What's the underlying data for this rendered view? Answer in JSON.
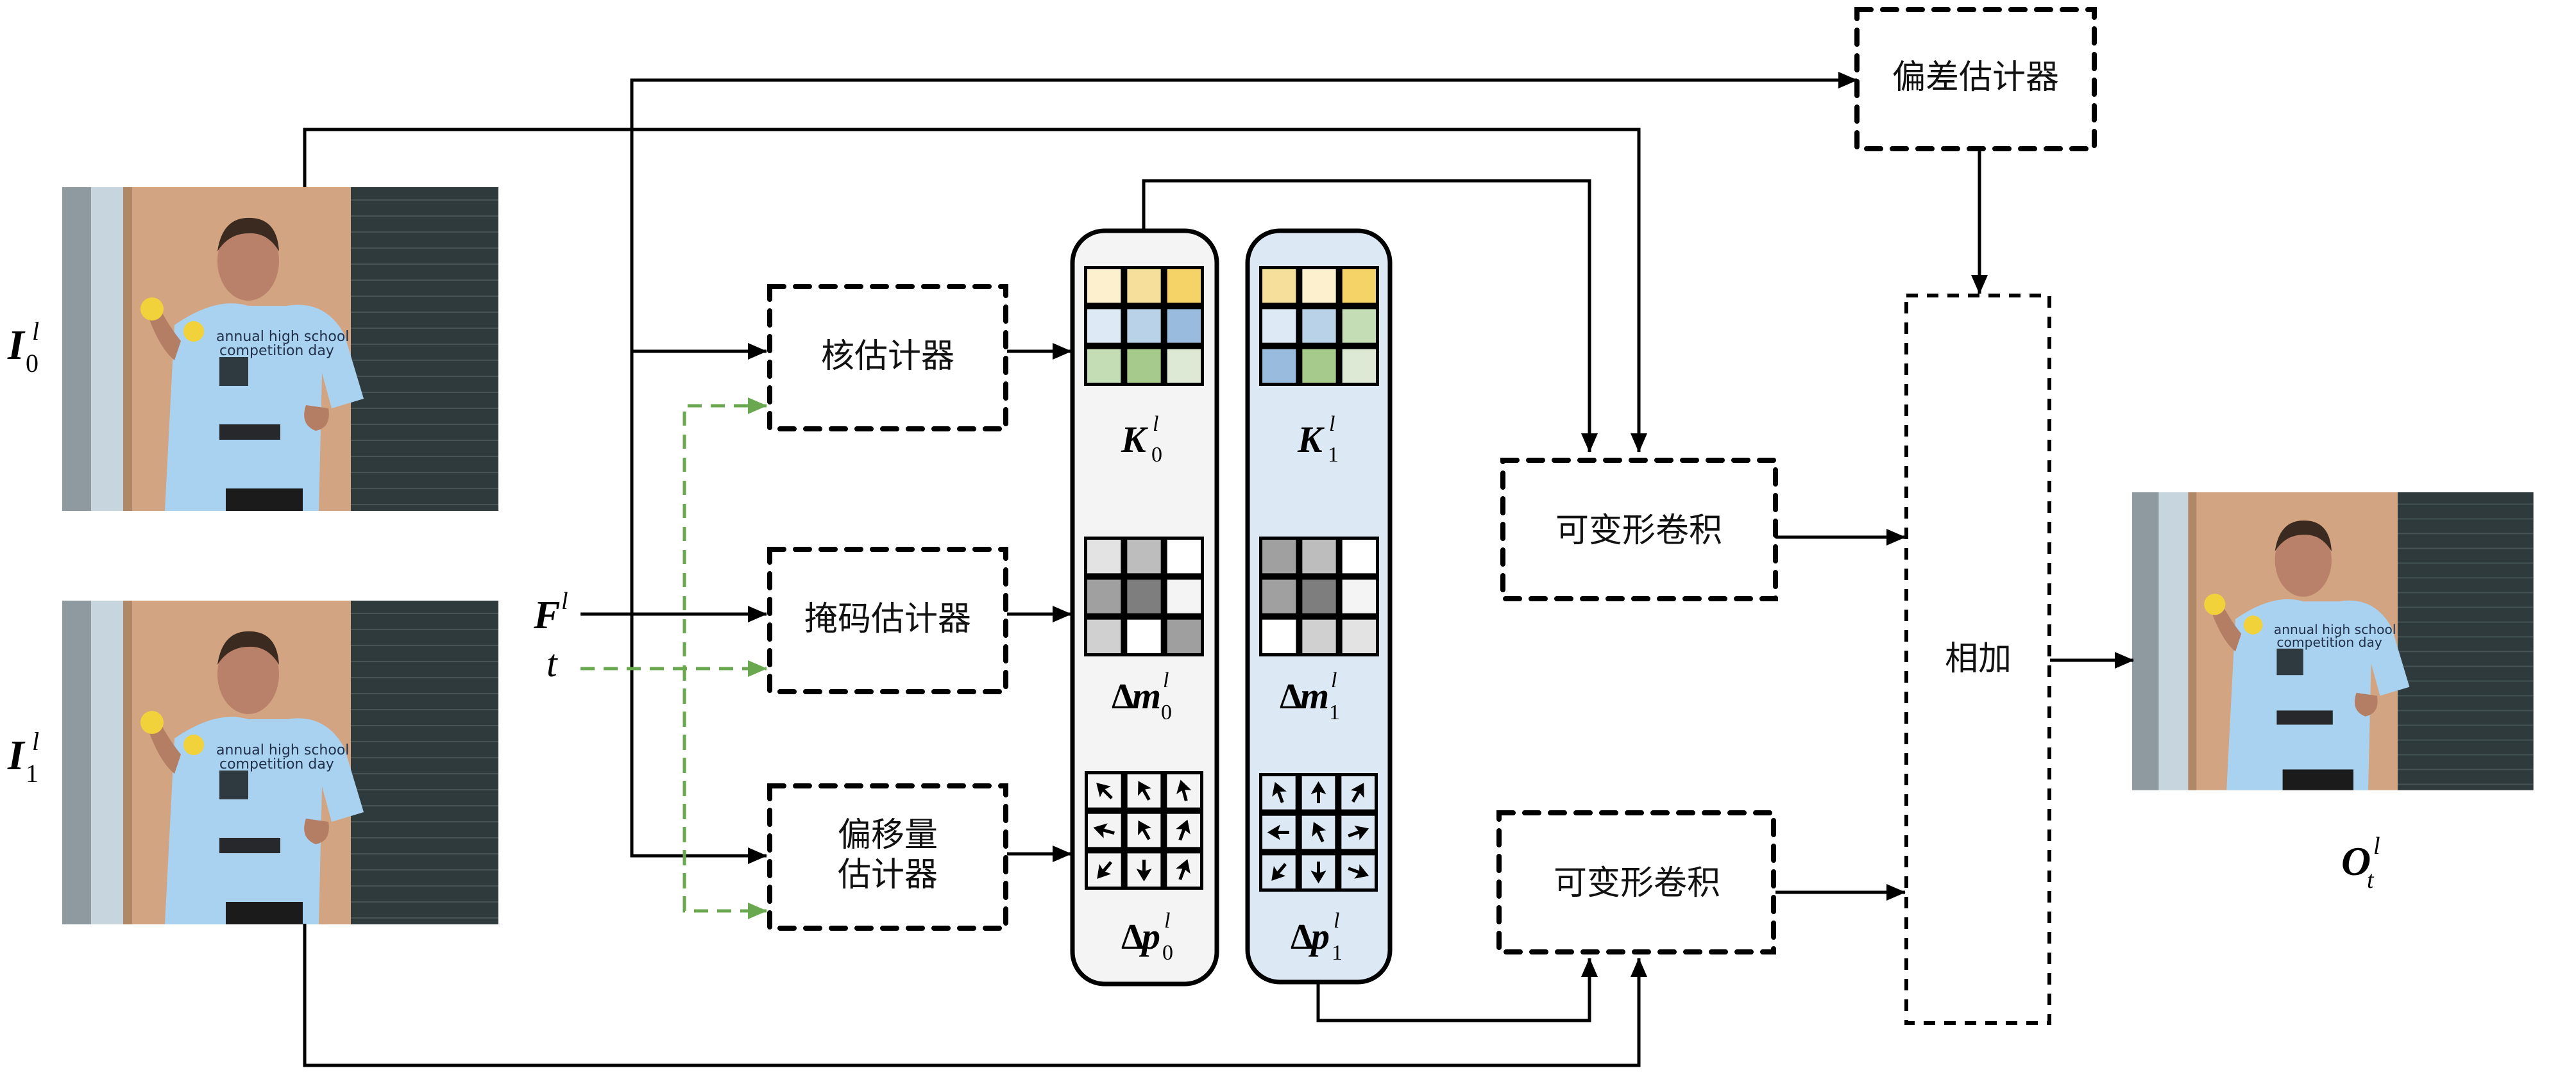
{
  "figure": {
    "description": "Frame interpolation module: kernel, mask and offset estimators feeding deformable convolutions, plus bias estimator and addition",
    "inputs": {
      "frame0_label": {
        "base": "I",
        "sup": "l",
        "sub": "0"
      },
      "frame1_label": {
        "base": "I",
        "sup": "l",
        "sub": "1"
      },
      "feature_label": {
        "base": "F",
        "sup": "l"
      },
      "time_label": "t",
      "frame_image_semantic": "person-juggling-photo"
    },
    "estimators": {
      "kernel": "核估计器",
      "mask": "掩码估计器",
      "offset_line1": "偏移量",
      "offset_line2": "估计器",
      "bias": "偏差估计器"
    },
    "panels": {
      "panel0": {
        "kernel_label": {
          "base": "K",
          "sup": "l",
          "sub": "0"
        },
        "mask_label": {
          "prefix": "Δ",
          "base": "m",
          "sup": "l",
          "sub": "0"
        },
        "offset_label": {
          "prefix": "Δ",
          "base": "p",
          "sup": "l",
          "sub": "0"
        },
        "kernel_colors": [
          "#fdf0cf",
          "#f6df9a",
          "#f6d367",
          "#dde9f4",
          "#bad2e8",
          "#99bcde",
          "#c4ddb5",
          "#a5ca8b",
          "#dee9d5"
        ],
        "mask_colors": [
          "#e3e3e3",
          "#bdbdbd",
          "#ffffff",
          "#a0a0a0",
          "#7e7e7e",
          "#f4f4f4",
          "#d0d0d0",
          "#ffffff",
          "#9f9f9f"
        ],
        "offset_arrows_deg": [
          -135,
          -120,
          -105,
          195,
          -120,
          -70,
          130,
          90,
          -70
        ],
        "background": "#f4f4f4"
      },
      "panel1": {
        "kernel_label": {
          "base": "K",
          "sup": "l",
          "sub": "1"
        },
        "mask_label": {
          "prefix": "Δ",
          "base": "m",
          "sup": "l",
          "sub": "1"
        },
        "offset_label": {
          "prefix": "Δ",
          "base": "p",
          "sup": "l",
          "sub": "1"
        },
        "kernel_colors": [
          "#f6df9a",
          "#fdf0cf",
          "#f6d367",
          "#dde9f4",
          "#bad2e8",
          "#c4ddb5",
          "#99bcde",
          "#a5ca8b",
          "#dee9d5"
        ],
        "mask_colors": [
          "#a0a0a0",
          "#bdbdbd",
          "#ffffff",
          "#a0a0a0",
          "#7e7e7e",
          "#f4f4f4",
          "#ffffff",
          "#d0d0d0",
          "#e3e3e3"
        ],
        "offset_arrows_deg": [
          -110,
          -90,
          -60,
          180,
          -115,
          -20,
          130,
          90,
          20
        ],
        "background": "#dce9f4"
      }
    },
    "deform_conv_top": "可变形卷积",
    "deform_conv_bottom": "可变形卷积",
    "add": "相加",
    "output_label": {
      "base": "O",
      "sup": "l",
      "sub": "t"
    },
    "colors": {
      "line": "#000000",
      "time_path": "#6aa84f",
      "panel0_bg": "#f4f4f4",
      "panel1_bg": "#dce9f4"
    }
  }
}
